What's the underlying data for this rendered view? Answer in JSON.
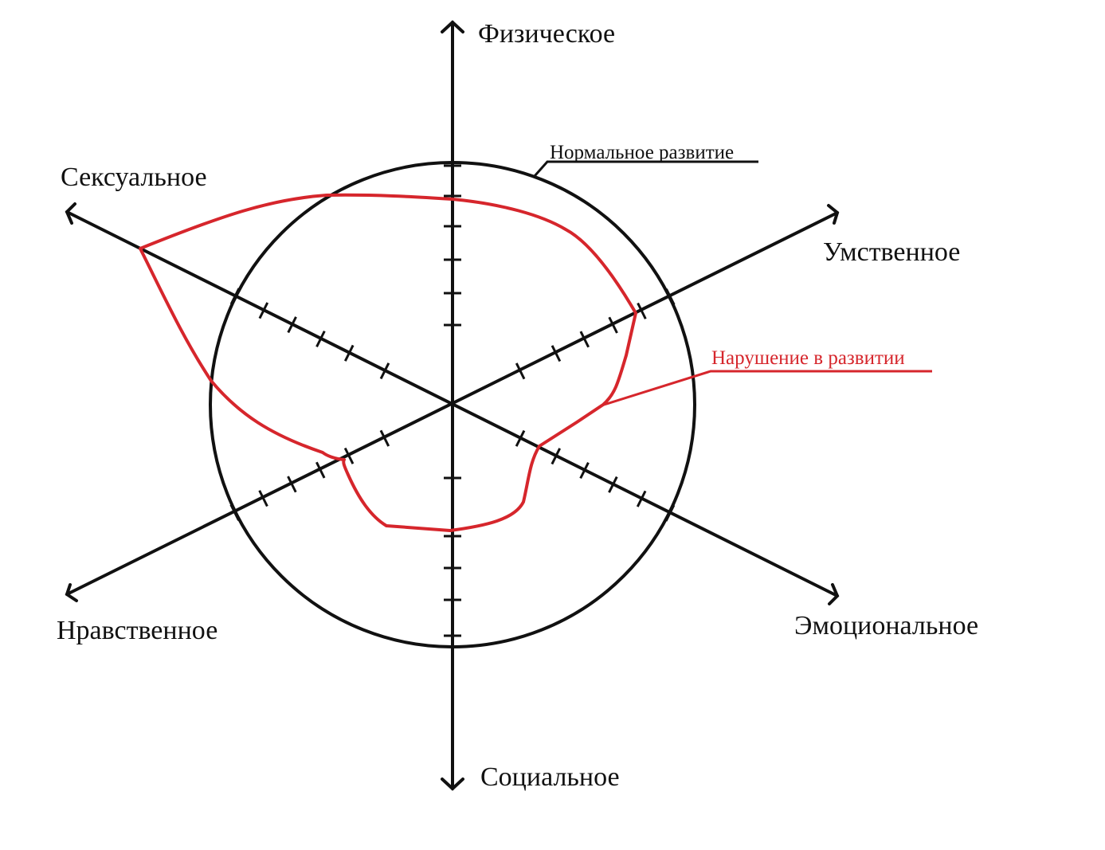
{
  "axes": {
    "top": "Физическое",
    "upper_left": "Сексуальное",
    "upper_right": "Умственное",
    "lower_left": "Нравственное",
    "lower_right": "Эмоциональное",
    "bottom": "Социальное"
  },
  "legend": {
    "normal": "Нормальное развитие",
    "impaired": "Нарушение в развитии"
  },
  "colors": {
    "axis": "#111111",
    "normal_circle": "#111111",
    "impaired_curve": "#d6262c"
  }
}
